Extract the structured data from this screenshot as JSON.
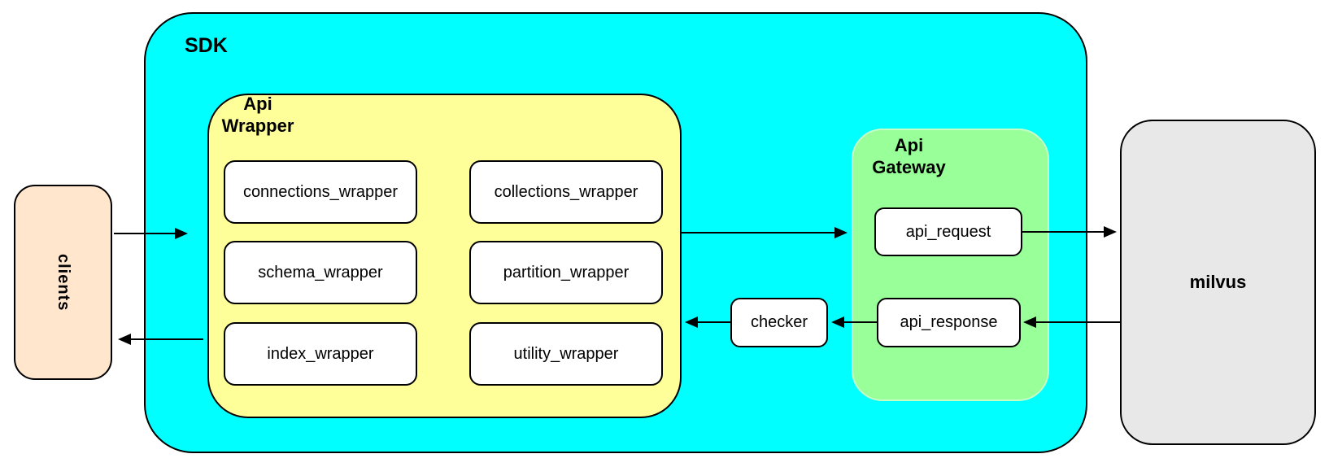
{
  "colors": {
    "sdk_fill": "#00FFFF",
    "api_wrapper_fill": "#FFFF99",
    "api_gateway_fill": "#99FF99",
    "clients_fill": "#FFE6CC",
    "milvus_fill": "#E8E8E8",
    "inner_box_fill": "#FFFFFF",
    "stroke": "#000000"
  },
  "nodes": {
    "clients": {
      "label": "clients"
    },
    "sdk": {
      "label": "SDK"
    },
    "api_wrapper": {
      "title_line1": "Api",
      "title_line2": "Wrapper",
      "boxes": [
        "connections_wrapper",
        "collections_wrapper",
        "schema_wrapper",
        "partition_wrapper",
        "index_wrapper",
        "utility_wrapper"
      ]
    },
    "checker": {
      "label": "checker"
    },
    "api_gateway": {
      "title_line1": "Api",
      "title_line2": "Gateway",
      "request": "api_request",
      "response": "api_response"
    },
    "milvus": {
      "label": "milvus"
    }
  },
  "arrows": [
    {
      "name": "clients-to-sdk",
      "from": "clients",
      "to": "SDK"
    },
    {
      "name": "api-wrapper-to-clients",
      "from": "Api Wrapper",
      "to": "clients"
    },
    {
      "name": "api-wrapper-to-api-gateway",
      "from": "Api Wrapper",
      "to": "Api Gateway"
    },
    {
      "name": "api-request-to-milvus",
      "from": "api_request",
      "to": "milvus"
    },
    {
      "name": "milvus-to-api-response",
      "from": "milvus",
      "to": "api_response"
    },
    {
      "name": "api-response-to-checker",
      "from": "api_response",
      "to": "checker"
    },
    {
      "name": "checker-to-api-wrapper",
      "from": "checker",
      "to": "Api Wrapper"
    }
  ]
}
